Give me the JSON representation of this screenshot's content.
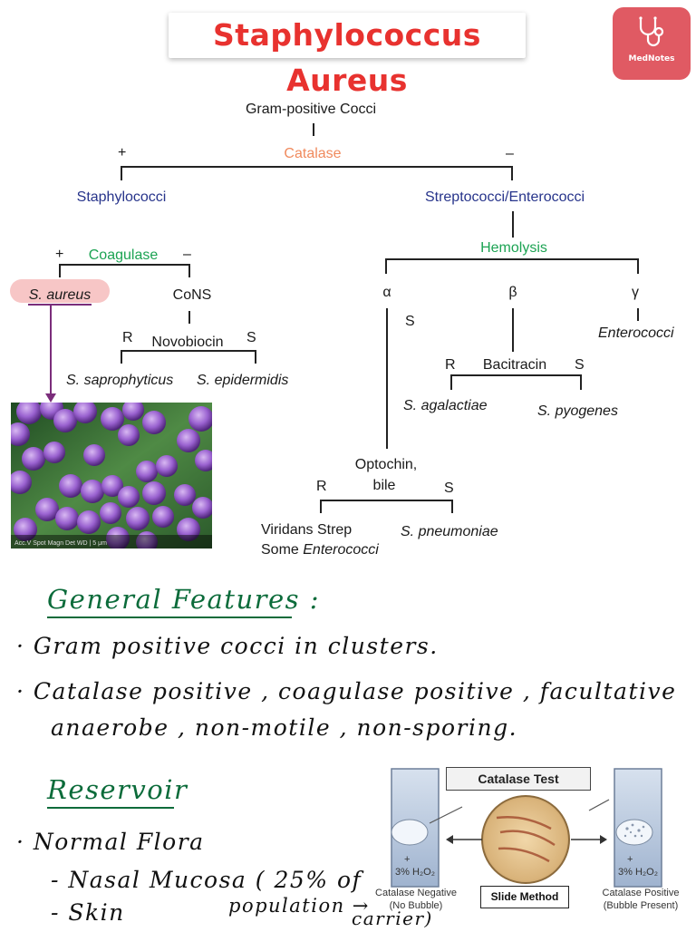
{
  "title": "Staphylococcus Aureus",
  "logo": {
    "text": "MedNotes",
    "icon": "stethoscope-icon"
  },
  "flowchart": {
    "root": "Gram-positive Cocci",
    "catalase": "Catalase",
    "plus": "+",
    "minus": "–",
    "staphylococci": "Staphylococci",
    "streptococci": "Streptococci/Enterococci",
    "coagulase": "Coagulase",
    "s_aureus": "S. aureus",
    "cons": "CoNS",
    "novobiocin": "Novobiocin",
    "r": "R",
    "s": "S",
    "s_saprophyticus": "S. saprophyticus",
    "s_epidermidis": "S. epidermidis",
    "hemolysis": "Hemolysis",
    "alpha": "α",
    "beta": "β",
    "gamma": "γ",
    "enterococci": "Enterococci",
    "bacitracin": "Bacitracin",
    "s_agalactiae": "S. agalactiae",
    "s_pyogenes": "S. pyogenes",
    "optochin_line1": "Optochin,",
    "optochin_line2": "bile",
    "viridans": "Viridans Strep",
    "some": "Some",
    "enterococci2": "Enterococci",
    "s_pneumoniae": "S. pneumoniae"
  },
  "micrograph": {
    "caption": "Acc.V  Spot Magn  Det  WD  |  5 μm"
  },
  "notes": {
    "general_heading": "General Features :",
    "bullet1": "Gram positive cocci in clusters.",
    "bullet2_line1": "Catalase positive , coagulase positive , facultative",
    "bullet2_line2": "anaerobe , non-motile , non-sporing.",
    "reservoir_heading": "Reservoir",
    "bullet3": "Normal Flora",
    "sub1": "- Nasal Mucosa ( 25% of",
    "sub2": "- Skin",
    "population": "population →",
    "carrier": "carrier)"
  },
  "catalase_test": {
    "title": "Catalase Test",
    "slide_method": "Slide Method",
    "neg_line1": "Catalase Negative",
    "neg_line2": "(No Bubble)",
    "pos_line1": "Catalase Positive",
    "pos_line2": "(Bubble Present)",
    "reagent": "3% H₂O₂",
    "plus": "+"
  }
}
